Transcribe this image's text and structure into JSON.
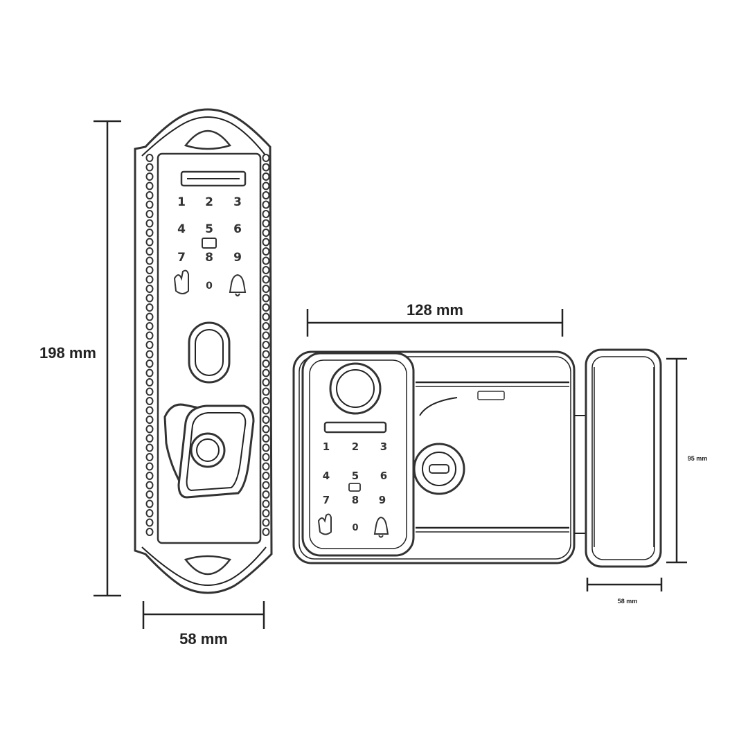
{
  "dimensions": {
    "height_front": "198 mm",
    "width_front": "58 mm",
    "width_body": "128 mm",
    "height_body": "95 mm",
    "width_side": "58 mm"
  },
  "keypad": {
    "keys": [
      "1",
      "2",
      "3",
      "4",
      "5",
      "6",
      "7",
      "8",
      "9",
      "0"
    ]
  },
  "colors": {
    "line": "#222222",
    "background": "#ffffff"
  }
}
